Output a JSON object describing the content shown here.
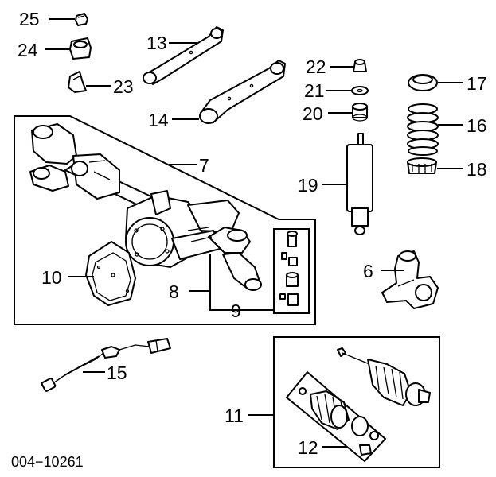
{
  "callouts": {
    "n25": "25",
    "n24": "24",
    "n23": "23",
    "n13": "13",
    "n14": "14",
    "n22": "22",
    "n21": "21",
    "n20": "20",
    "n17": "17",
    "n16": "16",
    "n18": "18",
    "n19": "19",
    "n7": "7",
    "n10": "10",
    "n8": "8",
    "n9": "9",
    "n6": "6",
    "n15": "15",
    "n11": "11",
    "n12": "12"
  },
  "diagram_code": "004−10261",
  "colors": {
    "ink": "#000000",
    "paper": "#ffffff"
  }
}
